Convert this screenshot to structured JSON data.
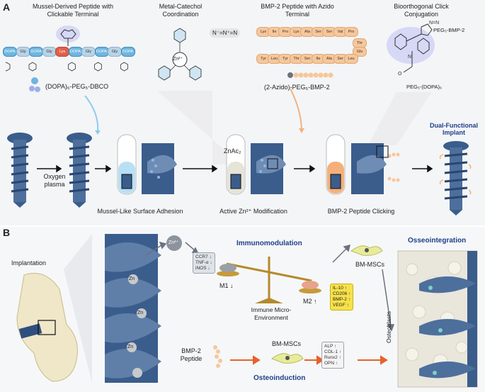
{
  "panel_a": {
    "letter": "A",
    "top_labels": {
      "mussel": "Mussel-Derived Peptide with Clickable Terminal",
      "metal": "Metal-Catechol Coordination",
      "bmp2_azido": "BMP-2 Peptide with Azido Terminal",
      "click": "Bioorthogonal Click Conjugation"
    },
    "mussel_chain": [
      "DOPA",
      "Gly",
      "DOPA",
      "Gly",
      "Lys",
      "DOPA",
      "Gly",
      "DOPA",
      "Gly",
      "DOPA"
    ],
    "peptide_row1": [
      "Lys",
      "Ile",
      "Pro",
      "Lys",
      "Ala",
      "Ser",
      "Ser",
      "Val",
      "Pro"
    ],
    "peptide_turn": [
      "Thr",
      "Glu"
    ],
    "peptide_row2": [
      "Tyr",
      "Leu",
      "Tyr",
      "Thr",
      "Ser",
      "Ile",
      "Ala",
      "Ser",
      "Leu"
    ],
    "azide": "N⁻=N⁺=N",
    "zn_center": "Zn²⁺",
    "mussel_formula": "(DOPA)₆-PEG₅-DBCO",
    "azido_formula": "(2-Azido)-PEG₅-BMP-2",
    "triazole_sub1": "PEG₅-BMP-2",
    "triazole_sub2": "PEG₅-(DOPA)₆",
    "oxygen_plasma": "Oxygen plasma",
    "znac": "ZnAc₂",
    "dual_implant": "Dual-Functional Implant",
    "step_labels": [
      "Mussel-Like Surface Adhesion",
      "Active Zn²⁺ Modification",
      "BMP-2 Peptide Clicking"
    ]
  },
  "panel_b": {
    "letter": "B",
    "implantation": "Implantation",
    "zn": "Zn",
    "zn2": "Zn²⁺",
    "immunomodulation": "Immunomodulation",
    "markers_down": [
      "CCR7 ↓",
      "TNF-α ↓",
      "iNOS ↓"
    ],
    "m1": "M1 ↓",
    "m2": "M2 ↑",
    "immune_env": "Immune Micro-Environment",
    "markers_up": [
      "IL-10 ↑",
      "CD206 ↑",
      "BMP-2 ↑",
      "VEGF ↑"
    ],
    "bm_mscs_top": "BM-MSCs",
    "osseointegration": "Osseointegration",
    "bmp2_peptide": "BMP-2 Peptide",
    "bm_mscs_bottom": "BM-MSCs",
    "osteoinduction": "Osteoinduction",
    "osteo_markers": [
      "ALP ↑",
      "COL-1 ↑",
      "Runx2 ↑",
      "OPN ↑"
    ],
    "osteoblasts": "Osteoblasts"
  },
  "colors": {
    "title_blue": "#1f3f8a",
    "implant": "#3a5d8c",
    "peptide": "#f6c79b",
    "dopa": "#6fb6e0",
    "lys": "#e0604a",
    "arrow_orange": "#e8612c",
    "panel_bg": "#f3f4f6"
  }
}
